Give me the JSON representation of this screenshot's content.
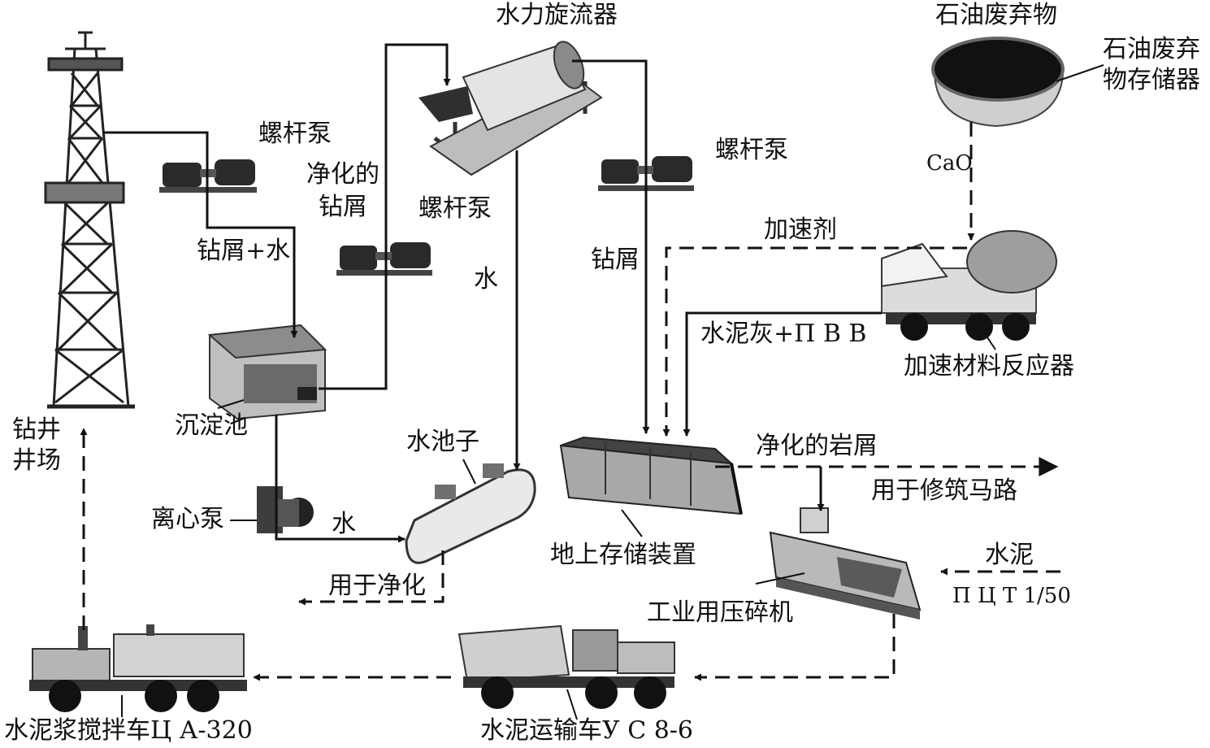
{
  "labels": {
    "hydrocyclone": "水力旋流器",
    "waste": "石油废弃物",
    "waste_storage_1": "石油废弃",
    "waste_storage_2": "物存储器",
    "screw_pump_1": "螺杆泵",
    "screw_pump_2": "螺杆泵",
    "screw_pump_3": "螺杆泵",
    "purified_1": "净化的",
    "purified_2": "钻屑",
    "cuttings_water": "钻屑+水",
    "water_cyclone": "水",
    "cuttings": "钻屑",
    "cao": "CaO",
    "accelerant": "加速剂",
    "cement_ash": "水泥灰+П В В",
    "accel_reactor": "加速材料反应器",
    "drill_site_1": "钻井",
    "drill_site_2": "井场",
    "settling_tank": "沉淀池",
    "water_tank": "水池子",
    "purified_rock": "净化的岩屑",
    "road_use": "用于修筑马路",
    "centrifugal_pump": "离心泵",
    "water_pump": "水",
    "ground_storage": "地上存储装置",
    "for_purification": "用于净化",
    "cement": "水泥",
    "cement_grade": "П Ц Т 1/50",
    "crusher": "工业用压碎机",
    "mixer_truck": "水泥浆搅拌车Ц А-320",
    "transport_truck": "水泥运输车У С 8-6"
  },
  "colors": {
    "line": "#111111",
    "equipment_dark": "#3a3a3a",
    "equipment_mid": "#8a8a8a",
    "equipment_light": "#d6d6d6"
  },
  "icons": [
    "drilling-rig-icon",
    "screw-pump-icon",
    "hydrocyclone-icon",
    "waste-bowl-icon",
    "mixer-truck-icon",
    "settling-tank-icon",
    "water-tank-icon",
    "storage-unit-icon",
    "crusher-icon",
    "centrifugal-pump-icon",
    "cement-truck-icon",
    "transport-truck-icon"
  ]
}
